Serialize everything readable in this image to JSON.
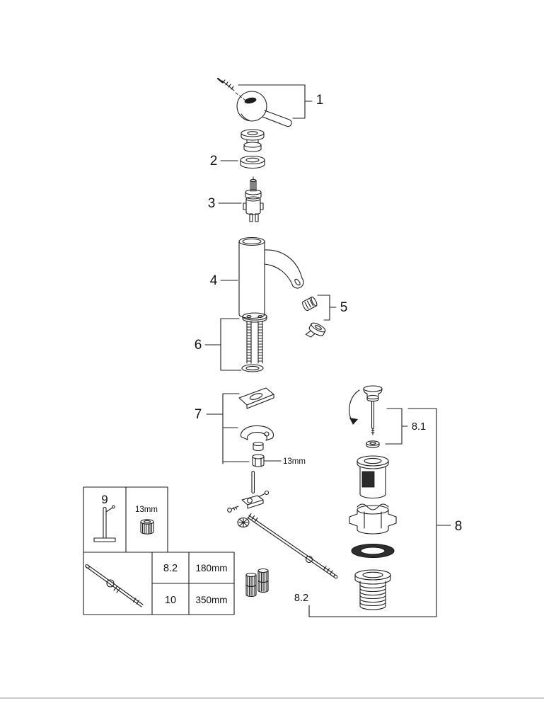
{
  "page": {
    "colors": {
      "background": "#ffffff",
      "line": "#1c1c1c",
      "footer_rule": "#adadad"
    }
  },
  "diagram": {
    "callouts": {
      "part1": "1",
      "part2": "2",
      "part3": "3",
      "part4": "4",
      "part5": "5",
      "part6": "6",
      "part7": "7",
      "part8": "8",
      "part8_1": "8.1",
      "part8_2": "8.2",
      "part9": "9",
      "nut_size_callout": "13mm",
      "box_tool_size": "13mm"
    },
    "size_table": {
      "rows": [
        {
          "part": "8.2",
          "length": "180mm"
        },
        {
          "part": "10",
          "length": "350mm"
        }
      ]
    }
  }
}
